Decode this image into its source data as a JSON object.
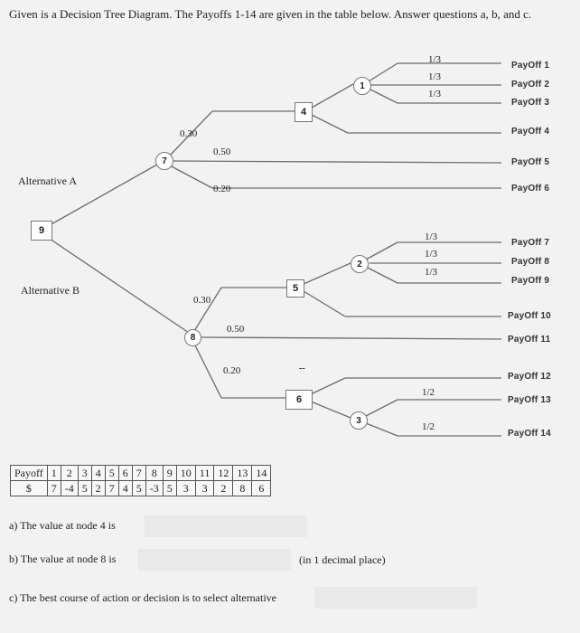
{
  "intro": "Given is a Decision Tree Diagram. The Payoffs 1-14 are given in the table below. Answer questions a, b, and c.",
  "alternatives": {
    "a": "Alternative A",
    "b": "Alternative B"
  },
  "nodes": {
    "n9": "9",
    "n7": "7",
    "n8": "8",
    "n4": "4",
    "n5": "5",
    "n6": "6",
    "n1": "1",
    "n2": "2",
    "n3": "3"
  },
  "probabilities": {
    "p7_030": "0.30",
    "p7_050": "0.50",
    "p7_020": "0.20",
    "p8_030": "0.30",
    "p8_050": "0.50",
    "p8_020": "0.20",
    "p1": [
      "1/3",
      "1/3",
      "1/3"
    ],
    "p2": [
      "1/3",
      "1/3",
      "1/3"
    ],
    "p3": [
      "1/2",
      "1/2"
    ]
  },
  "payoff_labels": [
    "PayOff 1",
    "PayOff 2",
    "PayOff 3",
    "PayOff 4",
    "PayOff 5",
    "PayOff 6",
    "PayOff 7",
    "PayOff 8",
    "PayOff 9",
    "PayOff 10",
    "PayOff 11",
    "PayOff 12",
    "PayOff 13",
    "PayOff 14"
  ],
  "dash_mark": "--",
  "table": {
    "header_label": "Payoff",
    "value_label": "$",
    "numbers": [
      "1",
      "2",
      "3",
      "4",
      "5",
      "6",
      "7",
      "8",
      "9",
      "10",
      "11",
      "12",
      "13",
      "14"
    ],
    "values": [
      "7",
      "-4",
      "5",
      "2",
      "7",
      "4",
      "5",
      "-3",
      "5",
      "3",
      "3",
      "2",
      "8",
      "6"
    ]
  },
  "questions": {
    "a": "a) The value at node 4 is",
    "b": "b) The value at node 8 is",
    "b_hint": "(in 1 decimal place)",
    "c": "c) The best course of action or decision is to select alternative"
  }
}
